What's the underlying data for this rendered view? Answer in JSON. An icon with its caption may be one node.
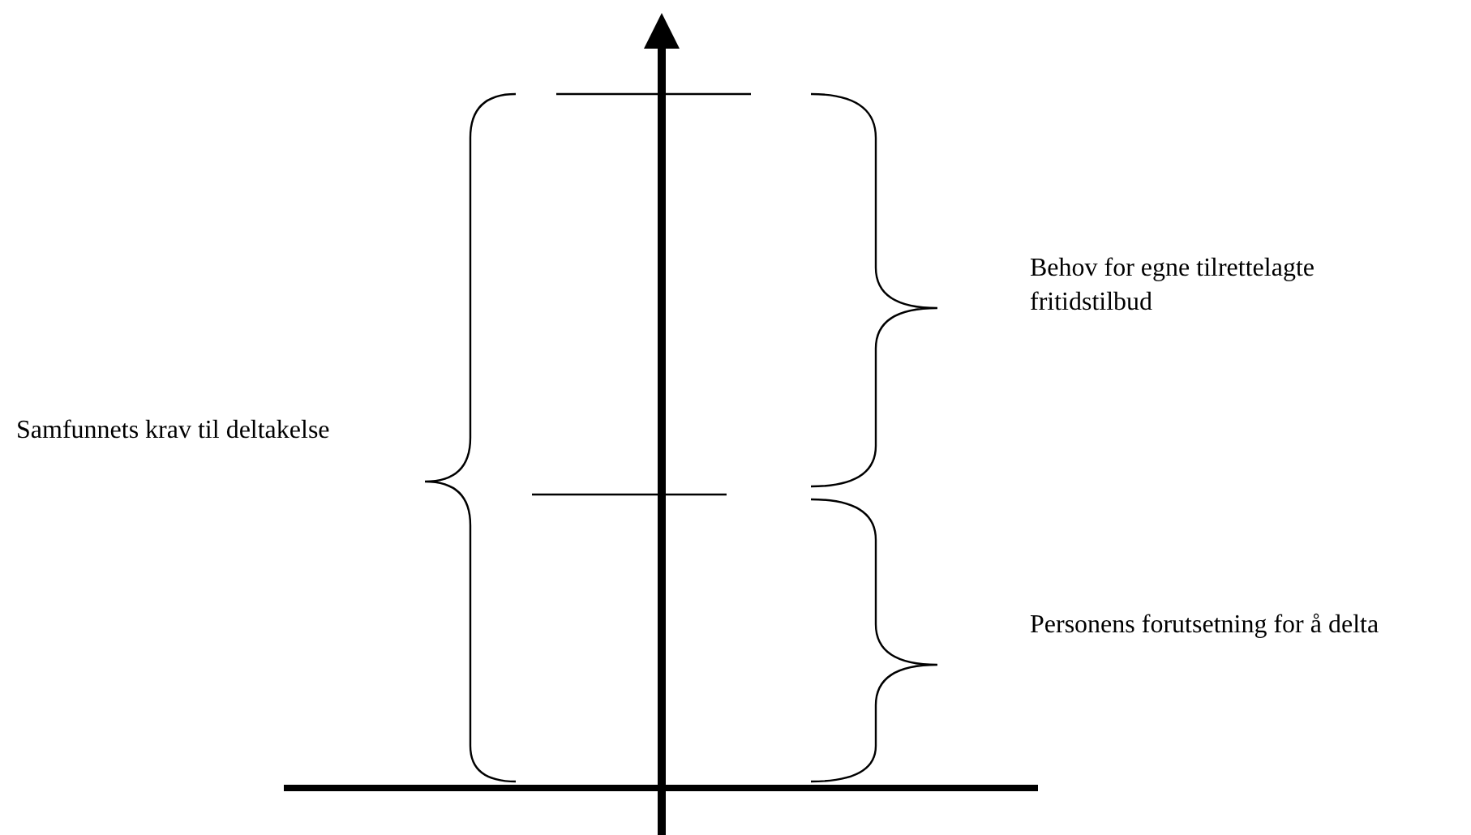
{
  "diagram": {
    "labels": [
      "Behov for egne tilrettelagte fritidstilbud",
      "Samfunnets krav til deltakelse",
      "Personens forutsetning for å delta"
    ]
  }
}
